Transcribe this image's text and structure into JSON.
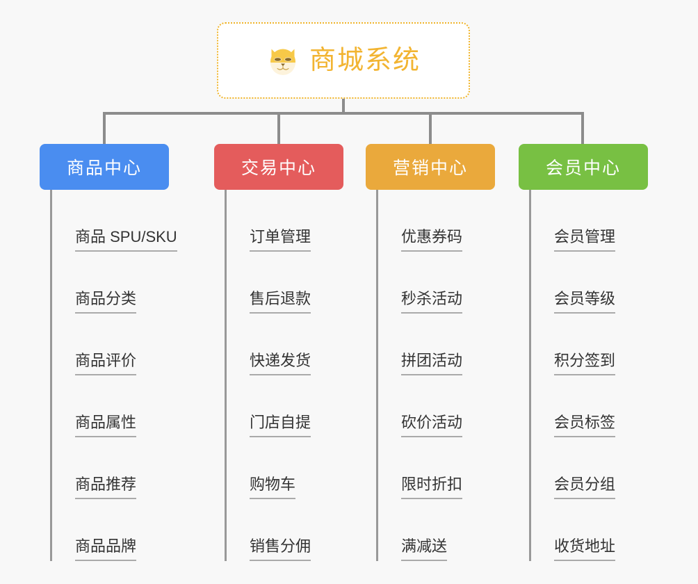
{
  "background_color": "#f8f8f8",
  "root": {
    "title": "商城系统",
    "icon": "shiba-dog-face-icon",
    "text_color": "#f2b431",
    "border_color": "#f0b429",
    "background_color": "#ffffff"
  },
  "branches": [
    {
      "label": "商品中心",
      "color": "#4a8df0",
      "items": [
        "商品 SPU/SKU",
        "商品分类",
        "商品评价",
        "商品属性",
        "商品推荐",
        "商品品牌"
      ]
    },
    {
      "label": "交易中心",
      "color": "#e45c5c",
      "items": [
        "订单管理",
        "售后退款",
        "快递发货",
        "门店自提",
        "购物车",
        "销售分佣"
      ]
    },
    {
      "label": "营销中心",
      "color": "#eaa93c",
      "items": [
        "优惠券码",
        "秒杀活动",
        "拼团活动",
        "砍价活动",
        "限时折扣",
        "满减送"
      ]
    },
    {
      "label": "会员中心",
      "color": "#78c043",
      "items": [
        "会员管理",
        "会员等级",
        "积分签到",
        "会员标签",
        "会员分组",
        "收货地址"
      ]
    }
  ],
  "connector_color": "#8c8c8c",
  "leaf_rule_color": "#aaaaaa"
}
